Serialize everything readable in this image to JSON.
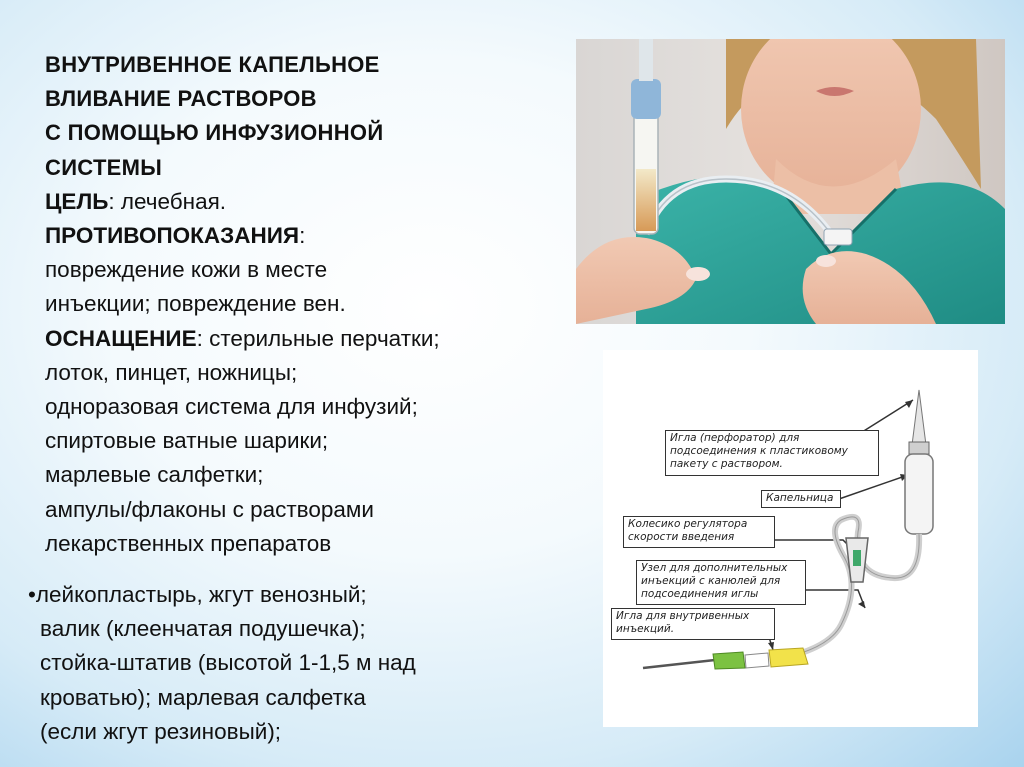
{
  "slide": {
    "title_lines": [
      "ВНУТРИВЕННОЕ КАПЕЛЬНОЕ",
      "ВЛИВАНИЕ РАСТВОРОВ",
      "С ПОМОЩЬЮ ИНФУЗИОННОЙ",
      "СИСТЕМЫ"
    ],
    "goal_label": "ЦЕЛЬ",
    "goal_text": ": лечебная.",
    "contra_label": "ПРОТИВОПОКАЗАНИЯ",
    "contra_colon": ":",
    "contra_lines": [
      "повреждение кожи в месте",
      "инъекции; повреждение вен."
    ],
    "equip_label": "ОСНАЩЕНИЕ",
    "equip_first": ": стерильные перчатки;",
    "equip_lines": [
      "лоток, пинцет, ножницы;",
      "одноразовая система для инфузий;",
      "спиртовые ватные шарики;",
      "марлевые салфетки;",
      "ампулы/флаконы с растворами",
      "лекарственных препаратов"
    ],
    "bullet_first": "•лейкопластырь, жгут венозный;",
    "bullet_lines": [
      "валик (клеенчатая подушечка);",
      "стойка-штатив (высотой 1-1,5 м над",
      "кроватью); марлевая салфетка",
      "(если жгут резиновый);"
    ]
  },
  "diagram": {
    "callouts": [
      [
        "Игла (перфоратор) для",
        "подсоединения к пластиковому",
        "пакету с раствором."
      ],
      [
        "Капельница"
      ],
      [
        "Колесико регулятора",
        "скорости введения"
      ],
      [
        "Узел для дополнительных",
        "инъекций с канюлей для",
        "подсоединения иглы"
      ],
      [
        "Игла для внутривенных",
        "инъекций."
      ]
    ]
  },
  "colors": {
    "text": "#111111",
    "bg_center": "#ffffff",
    "bg_edge": "#a9d3ee",
    "scrub": "#2fa39a",
    "needle_green": "#7cc242",
    "connector_yellow": "#f2e24a"
  }
}
